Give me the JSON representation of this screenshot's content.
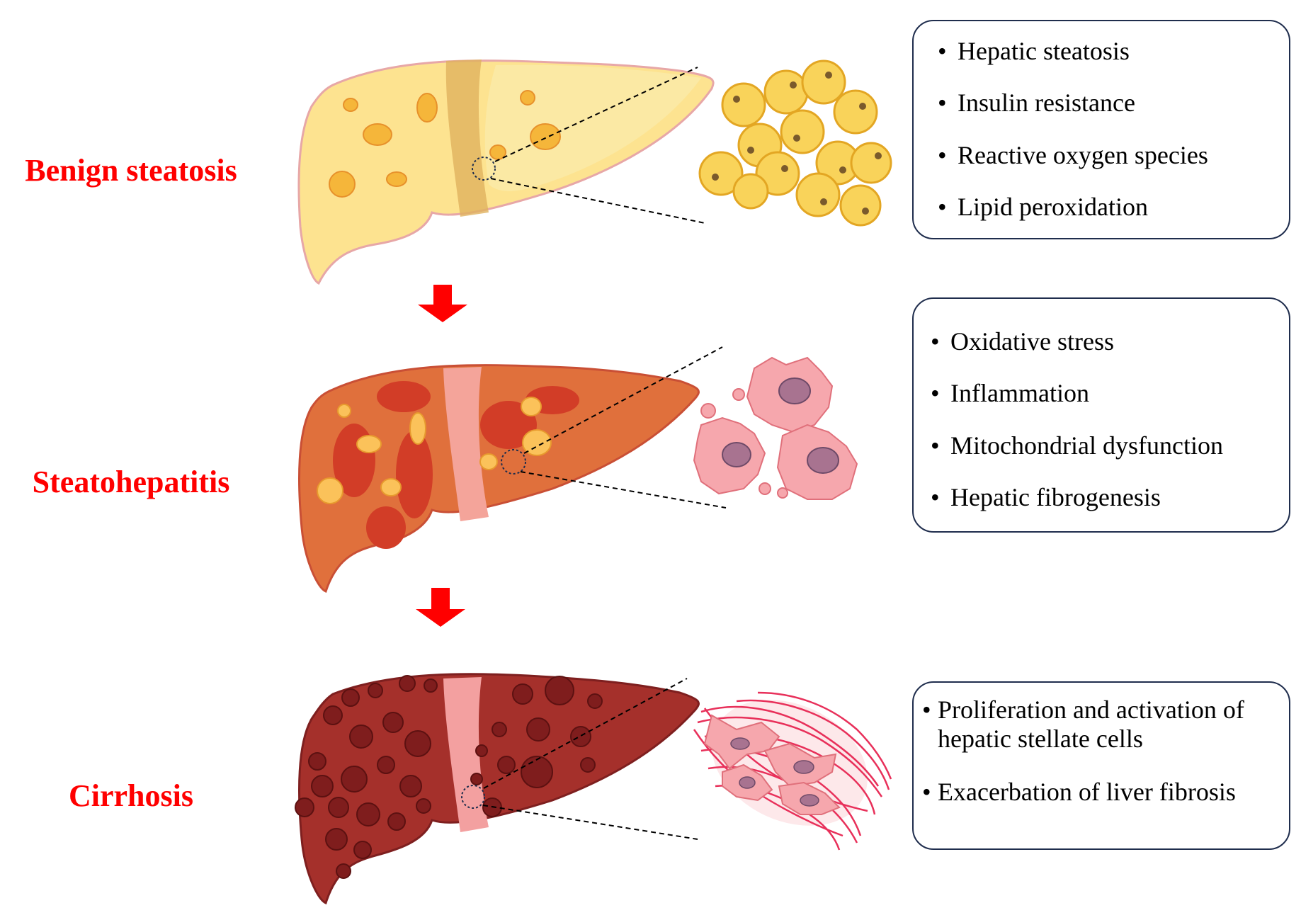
{
  "stages": [
    {
      "label": "Benign steatosis"
    },
    {
      "label": "Steatohepatitis"
    },
    {
      "label": "Cirrhosis"
    }
  ],
  "boxes": [
    {
      "items": [
        "Hepatic steatosis",
        "Insulin resistance",
        "Reactive oxygen species",
        "Lipid peroxidation"
      ]
    },
    {
      "items": [
        "Oxidative stress",
        "Inflammation",
        "Mitochondrial dysfunction",
        "Hepatic fibrogenesis"
      ]
    },
    {
      "items": [
        "Proliferation and activation of hepatic stellate cells",
        "Exacerbation of liver fibrosis"
      ]
    }
  ],
  "colors": {
    "label_red": "#ff0000",
    "arrow_red": "#ff0000",
    "box_border": "#1f2d4d",
    "liver_steatosis": "#fde390",
    "liver_steatohepatitis": "#e0703c",
    "liver_cirrhosis": "#a5302b",
    "fat_droplet": "#f5b63a",
    "hepatocyte_fill": "#f9d35a",
    "inflamed_cell": "#f6a7ad",
    "stellate_fiber": "#e8305a"
  },
  "icons": [
    "down-arrow-icon",
    "magnify-circle-icon"
  ]
}
